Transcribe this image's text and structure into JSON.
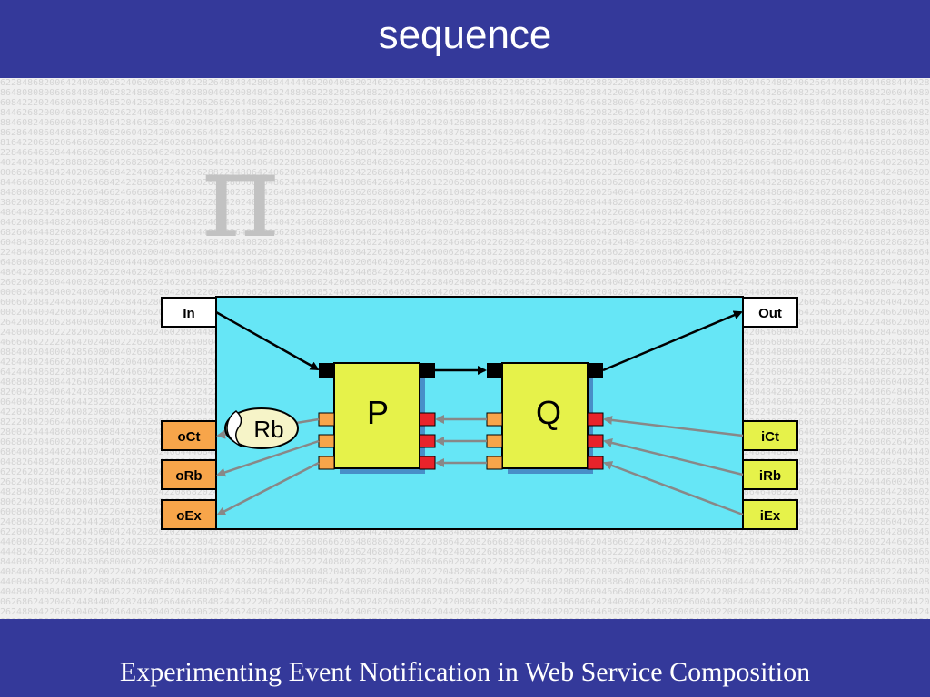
{
  "slide": {
    "title": "sequence",
    "footer": "Experimenting Event Notification in Web Service Composition"
  },
  "diagram": {
    "in_label": "In",
    "out_label": "Out",
    "left_ports": [
      "oCt",
      "oRb",
      "oEx"
    ],
    "right_ports": [
      "iCt",
      "iRb",
      "iEx"
    ],
    "process_p": "P",
    "process_q": "Q",
    "rollback_label": "Rb"
  },
  "colors": {
    "header_bg": "#34399a",
    "container_bg": "#66e6f6",
    "process_fill": "#e6f24a",
    "orange_port": "#f7a54a",
    "green_port": "#e6f24a",
    "red_port": "#e8232a"
  },
  "background_decoration": {
    "symbol": "π"
  }
}
